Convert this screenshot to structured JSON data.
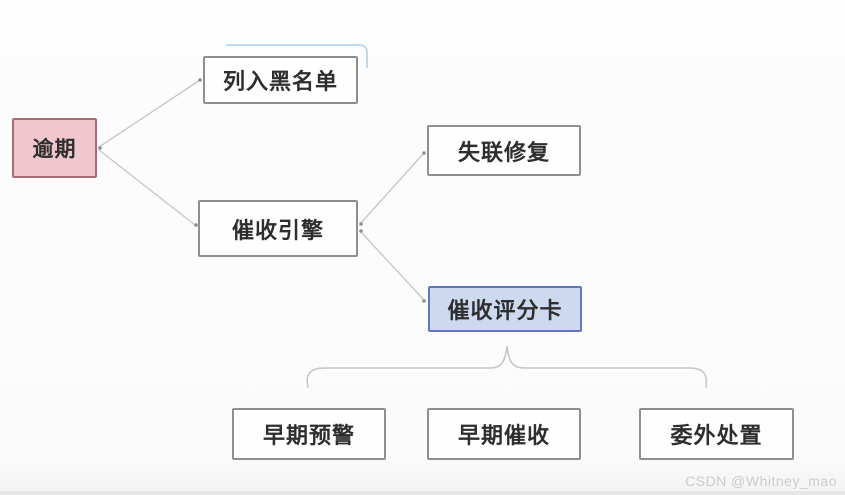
{
  "mindmap": {
    "root": {
      "label": "逾期"
    },
    "branches": [
      {
        "label": "列入黑名单"
      },
      {
        "label": "催收引擎",
        "children": [
          {
            "label": "失联修复"
          },
          {
            "label": "催收评分卡",
            "children": [
              {
                "label": "早期预警"
              },
              {
                "label": "早期催收"
              },
              {
                "label": "委外处置"
              }
            ]
          }
        ]
      }
    ]
  },
  "colors": {
    "root_fill": "#f1c7ce",
    "root_border": "#a66d76",
    "highlight_fill": "#cdd9ee",
    "highlight_border": "#6079bd",
    "node_border": "#8f8f8f",
    "connector_line": "#c8c8c8",
    "selection_outline": "#bfd9ec"
  },
  "watermark": {
    "text": "CSDN @Whitney_mao"
  }
}
